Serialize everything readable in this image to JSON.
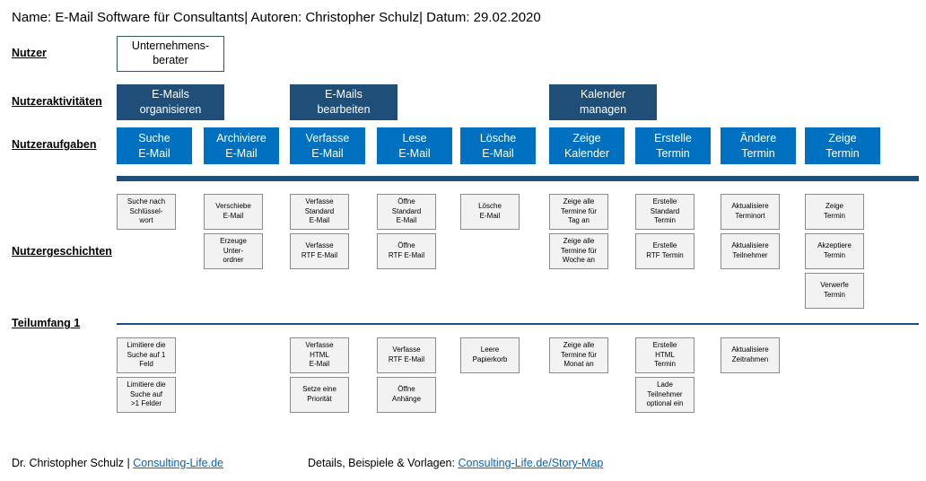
{
  "title": "Name: E-Mail Software für Consultants| Autoren: Christopher Schulz| Datum: 29.02.2020",
  "labels": {
    "nutzer": "Nutzer",
    "aktivitaeten": "Nutzeraktivitäten",
    "aufgaben": "Nutzeraufgaben",
    "geschichten": "Nutzergeschichten",
    "teilumfang": "Teilumfang 1"
  },
  "user": "Unternehmens-\nberater",
  "activities": [
    "E-Mails\norganisieren",
    "E-Mails\nbearbeiten",
    "Kalender\nmanagen"
  ],
  "tasks": [
    "Suche\nE-Mail",
    "Archiviere\nE-Mail",
    "Verfasse\nE-Mail",
    "Lese\nE-Mail",
    "Lösche\nE-Mail",
    "Zeige\nKalender",
    "Erstelle\nTermin",
    "Ändere\nTermin",
    "Zeige\nTermin"
  ],
  "stories_main": [
    [
      "Suche nach\nSchlüssel-\nwort"
    ],
    [
      "Verschiebe\nE-Mail",
      "Erzeuge\nUnter-\nordner"
    ],
    [
      "Verfasse\nStandard\nE-Mail",
      "Verfasse\nRTF E-Mail"
    ],
    [
      "Öffne\nStandard\nE-Mail",
      "Öffne\nRTF E-Mail"
    ],
    [
      "Lösche\nE-Mail"
    ],
    [
      "Zeige alle\nTermine für\nTag an",
      "Zeige alle\nTermine für\nWoche an"
    ],
    [
      "Erstelle\nStandard\nTermin",
      "Erstelle\nRTF Termin"
    ],
    [
      "Aktualisiere\nTerminort",
      "Aktualisiere\nTeilnehmer"
    ],
    [
      "Zeige\nTermin",
      "Akzeptiere\nTermin",
      "Verwerfe\nTermin"
    ]
  ],
  "stories_release": [
    [
      "Limitiere die\nSuche auf 1\nFeld",
      "Limitiere die\nSuche auf\n>1 Felder"
    ],
    [],
    [
      "Verfasse\nHTML\nE-Mail",
      "Setze eine\nPriorität"
    ],
    [
      "Verfasse\nRTF E-Mail",
      "Öffne\nAnhänge"
    ],
    [
      "Leere\nPapierkorb"
    ],
    [
      "Zeige alle\nTermine für\nMonat  an"
    ],
    [
      "Erstelle\nHTML\nTermin",
      "Lade\nTeilnehmer\noptional ein"
    ],
    [
      "Aktualisiere\nZeitrahmen"
    ],
    []
  ],
  "footer": {
    "author": "Dr. Christopher Schulz | ",
    "author_link": "Consulting-Life.de",
    "details": "Details, Beispiele & Vorlagen: ",
    "details_link": "Consulting-Life.de/Story-Map"
  },
  "colors": {
    "activity": "#1f4e79",
    "task": "#0070c0",
    "story_bg": "#f2f2f2",
    "link": "#0563c1"
  }
}
